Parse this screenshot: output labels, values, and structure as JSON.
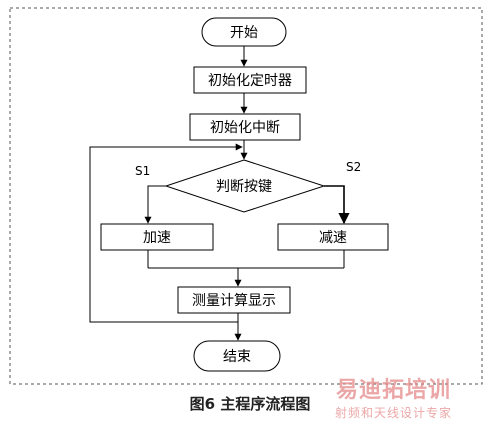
{
  "diagram": {
    "nodes": {
      "start": "开始",
      "init_timer": "初始化定时器",
      "init_interrupt": "初始化中断",
      "check_key": "判断按键",
      "accelerate": "加速",
      "decelerate": "减速",
      "measure_display": "测量计算显示",
      "end": "结束"
    },
    "branches": {
      "left": "S1",
      "right": "S2"
    }
  },
  "caption": "图6  主程序流程图",
  "watermark": {
    "title": "易迪拓培训",
    "subtitle": "射频和天线设计专家"
  }
}
